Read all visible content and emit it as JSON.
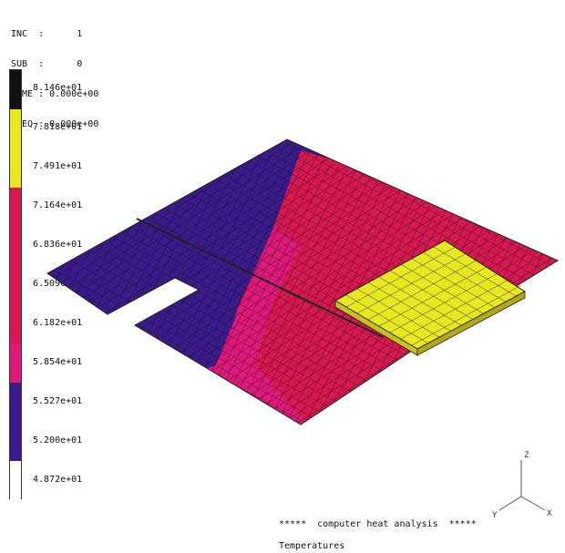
{
  "header": {
    "inc_label": "INC",
    "inc_value": "1",
    "sub_label": "SUB",
    "sub_value": "0",
    "time_label": "TIME",
    "time_value": "0.000e+00",
    "freq_label": "FREQ",
    "freq_value": "0.000e+00"
  },
  "legend": {
    "labels": [
      "8.146e+01",
      "7.818e+01",
      "7.491e+01",
      "7.164e+01",
      "6.836e+01",
      "6.509e+01",
      "6.182e+01",
      "5.854e+01",
      "5.527e+01",
      "5.200e+01",
      "4.872e+01"
    ],
    "bands": [
      {
        "color": "#111111"
      },
      {
        "color": "#e8e820"
      },
      {
        "color": "#e8e820"
      },
      {
        "color": "#d81850"
      },
      {
        "color": "#d81850"
      },
      {
        "color": "#d81850"
      },
      {
        "color": "#d81850"
      },
      {
        "color": "#e0187a"
      },
      {
        "color": "#3b1a8c"
      },
      {
        "color": "#3b1a8c"
      },
      {
        "color": "#ffffff"
      }
    ]
  },
  "colors": {
    "purple": "#3b1a8c",
    "crimson": "#d81850",
    "magenta": "#e0187a",
    "yellow": "#e8e820",
    "mesh": "#111111"
  },
  "footer": {
    "title": "*****  computer heat analysis  *****",
    "subtitle": "Temperatures"
  },
  "axes": {
    "x_label": "X",
    "y_label": "Y",
    "z_label": "Z"
  }
}
